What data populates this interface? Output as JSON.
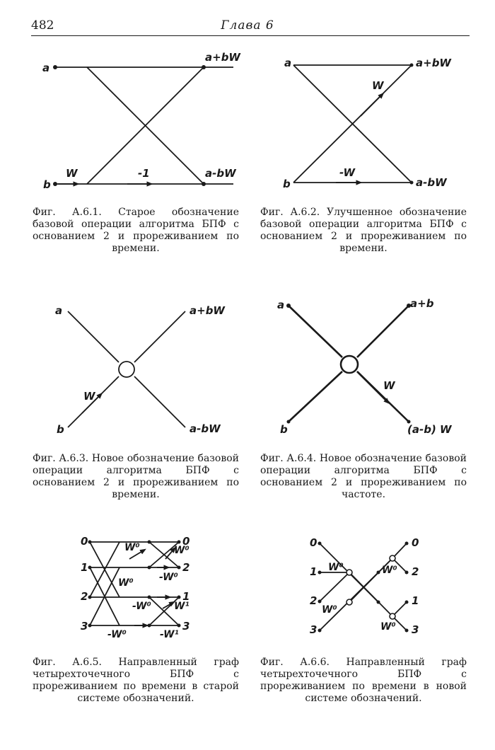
{
  "header": {
    "page_number": "482",
    "running_title": "Глава 6"
  },
  "figures": {
    "f1": {
      "caption": "Фиг. А.6.1. Старое обозначение базовой операции алгоритма БПФ с основанием 2 и прореживанием по времени.",
      "labels": {
        "a": "a",
        "b": "b",
        "w": "W",
        "minus1": "-1",
        "top_out": "a+bW",
        "bot_out": "a-bW"
      }
    },
    "f2": {
      "caption": "Фиг. А.6.2. Улучшенное обозначение базовой операции алгоритма БПФ с основанием 2 и прореживанием по времени.",
      "labels": {
        "a": "a",
        "b": "b",
        "w": "W",
        "minus_w": "-W",
        "top_out": "a+bW",
        "bot_out": "a-bW"
      }
    },
    "f3": {
      "caption": "Фиг. А.6.3. Новое обозначение базовой операции алгоритма БПФ с основанием 2 и прореживанием по времени.",
      "labels": {
        "a": "a",
        "b": "b",
        "w": "W",
        "top_out": "a+bW",
        "bot_out": "a-bW"
      }
    },
    "f4": {
      "caption": "Фиг. А.6.4. Новое обозначение базовой операции алгоритма БПФ с основанием 2 и прореживанием по частоте.",
      "labels": {
        "a": "a",
        "b": "b",
        "w": "W",
        "top_out": "a+b",
        "bot_out": "(a-b) W"
      }
    },
    "f5": {
      "caption": "Фиг. А.6.5. Направленный граф четырехточечного БПФ с прореживанием по времени в старой системе обозначений.",
      "in_labels": [
        "0",
        "1",
        "2",
        "3"
      ],
      "out_labels": [
        "0",
        "2",
        "1",
        "3"
      ],
      "weights": [
        "W⁰",
        "W⁰",
        "-W⁰",
        "W⁰",
        "-W⁰",
        "-W⁰",
        "W¹",
        "-W¹"
      ]
    },
    "f6": {
      "caption": "Фиг. А.6.6. Направленный граф четырехточечного БПФ с прореживанием по времени в новой системе обозначений.",
      "in_labels": [
        "0",
        "1",
        "2",
        "3"
      ],
      "out_labels": [
        "0",
        "2",
        "1",
        "3"
      ],
      "weights": [
        "W⁰",
        "W⁰",
        "W⁰",
        "W⁰"
      ]
    }
  }
}
